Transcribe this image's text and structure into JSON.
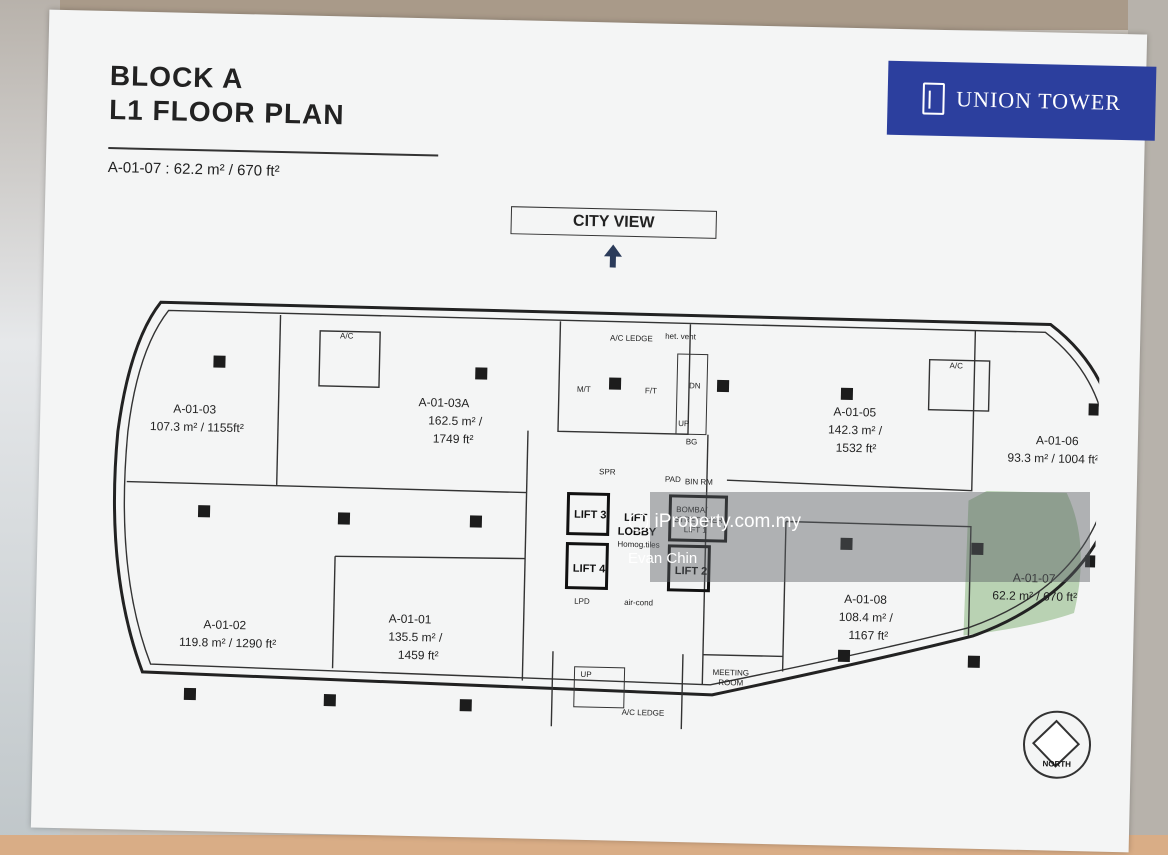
{
  "title": {
    "line1": "BLOCK A",
    "line2": "L1 FLOOR PLAN"
  },
  "unit_summary": "A-01-07 : 62.2 m² / 670 ft²",
  "brand": {
    "name": "UNION TOWER",
    "color": "#2c3f9e"
  },
  "view_label": "CITY VIEW",
  "north_label": "NORTH",
  "highlight_color": "#b9d2b3",
  "units": [
    {
      "id": "A-01-03",
      "area": "107.3 m² / 1155ft²"
    },
    {
      "id": "A-01-03A",
      "area1": "162.5 m² /",
      "area2": "1749 ft²"
    },
    {
      "id": "A-01-05",
      "area1": "142.3 m² /",
      "area2": "1532 ft²"
    },
    {
      "id": "A-01-06",
      "area": "93.3 m² / 1004 ft²"
    },
    {
      "id": "A-01-02",
      "area": "119.8 m² / 1290 ft²"
    },
    {
      "id": "A-01-01",
      "area1": "135.5 m² /",
      "area2": "1459 ft²"
    },
    {
      "id": "A-01-08",
      "area1": "108.4 m² /",
      "area2": "1167 ft²"
    },
    {
      "id": "A-01-07",
      "area": "62.2 m² / 670 ft²"
    }
  ],
  "core": {
    "lift3": "LIFT 3",
    "lift4": "LIFT 4",
    "lift2": "LIFT 2",
    "bombai1": "BOMBA/",
    "bombai2": "STRETCHER",
    "bombai3": "LIFT 1",
    "lobby1": "LIFT",
    "lobby2": "LOBBY",
    "lobby3": "Homog.tiles",
    "lpd": "LPD",
    "aircond": "air-cond",
    "binrm": "BIN RM",
    "ac_ledge_top": "A/C LEDGE",
    "ac_ledge_bottom": "A/C LEDGE",
    "ht_vent": "het. vent",
    "mt": "M/T",
    "ft": "F/T",
    "dn": "DN",
    "up": "UP",
    "meeting1": "MEETING",
    "meeting2": "ROOM",
    "ac": "A/C",
    "spr": "SPR",
    "pad": "PAD",
    "bg": "BG"
  },
  "watermark": {
    "site": "iProperty.com.my",
    "author": "Evan Chin"
  }
}
